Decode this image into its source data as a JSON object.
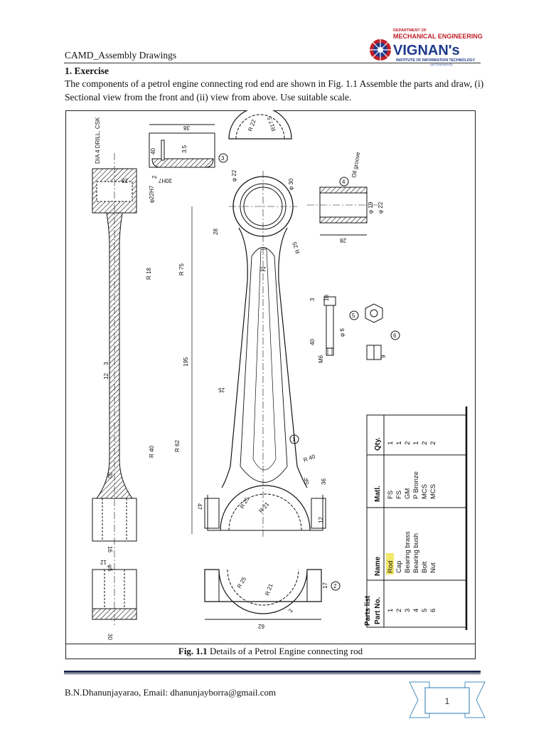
{
  "header": {
    "title": "CAMD_Assembly Drawings",
    "logo": {
      "department": "DEPARTMENT OF",
      "dept_name": "MECHANICAL ENGINEERING",
      "brand": "VIGNAN's",
      "institute": "INSTITUTE OF INFORMATION TECHNOLOGY",
      "status": "(AUTONOMOUS)"
    }
  },
  "exercise": {
    "heading": "1.   Exercise",
    "text": "The components of a petrol engine connecting rod end are shown in Fig. 1.1 Assemble the parts and draw, (i) Sectional view from the front and (ii) view from above. Use suitable scale."
  },
  "figure": {
    "caption_label": "Fig. 1.1",
    "caption_text": " Details of a Petrol Engine connecting rod",
    "dimensions": {
      "d38": "38",
      "d40": "40",
      "d35": "3.5",
      "dia4": "DIA 4 DRILL, CSK",
      "d28": "28",
      "h30H7": "30H7",
      "phi22H7": "φ22H7",
      "d2": "2",
      "r22": "R 22",
      "r175": "R17.5",
      "phi22": "φ 22",
      "phi30": "φ 30",
      "oil": "Oil groove",
      "phi19": "φ 19",
      "phi22b": "φ 22",
      "d28b": "28",
      "d28c": "28",
      "d20": "20",
      "r25a": "R 25",
      "r18": "R 18",
      "r75": "R 75",
      "d195": "195",
      "d25": "25",
      "d3": "3",
      "d12": "12",
      "d40b": "40",
      "phi6": "φ 6",
      "m6": "M6",
      "d10": "10",
      "d9": "9",
      "r40": "R 40",
      "r62": "R 62",
      "d30": "30",
      "r40b": "R 40",
      "sf": "SF",
      "d36": "36",
      "d47": "47",
      "r25b": "R 25",
      "r21": "R 21",
      "d12b": "12",
      "d12c": "12",
      "d16": "16",
      "phi5": "φ5",
      "r25c": "R 25",
      "r21b": "R 21",
      "d17": "17",
      "d2b": "2",
      "d62": "62",
      "d30b": "30",
      "d3b": "3"
    },
    "callouts": [
      "1",
      "2",
      "3",
      "4",
      "5",
      "6"
    ],
    "parts_list": {
      "title": "Parts list",
      "headers": [
        "Part No.",
        "Name",
        "Matl.",
        "Qty."
      ],
      "rows": [
        [
          "1",
          "Rod",
          "FS",
          "1"
        ],
        [
          "2",
          "Cap",
          "FS",
          "1"
        ],
        [
          "3",
          "Bearing brass",
          "GM",
          "2"
        ],
        [
          "4",
          "Bearing bush",
          "P Bronze",
          "1"
        ],
        [
          "5",
          "Bolt",
          "MCS",
          "2"
        ],
        [
          "6",
          "Nut",
          "MCS",
          "2"
        ]
      ]
    }
  },
  "footer": {
    "author": "B.N.Dhanunjayarao, Email: dhanunjayborra@gmail.com",
    "page_number": "1"
  }
}
